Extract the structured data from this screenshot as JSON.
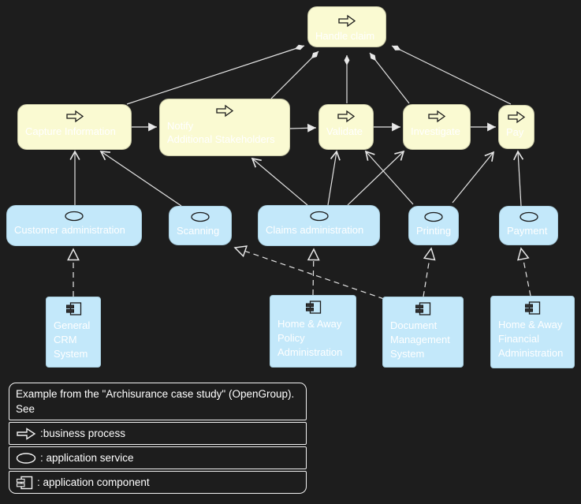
{
  "colors": {
    "background": "#1d1d1d",
    "business_process_fill": "#FAFAD2",
    "application_fill": "#C3E8FA",
    "node_text": "#ffffff",
    "edge_line": "#e4e4e4",
    "node_icon_stroke": "#1a1a1a",
    "legend_border": "#f2f2f2"
  },
  "nodes": {
    "handle_claim": {
      "label": "Handle claim",
      "type": "business process"
    },
    "capture_information": {
      "label": "Capture Information",
      "type": "business process"
    },
    "notify": {
      "label": "Notify\nAdditional Stakeholders",
      "type": "business process"
    },
    "validate": {
      "label": "Validate",
      "type": "business process"
    },
    "investigate": {
      "label": "Investigate",
      "type": "business process"
    },
    "pay": {
      "label": "Pay",
      "type": "business process"
    },
    "customer_administration": {
      "label": "Customer administration",
      "type": "application service"
    },
    "scanning": {
      "label": "Scanning",
      "type": "application service"
    },
    "claims_administration": {
      "label": "Claims administration",
      "type": "application service"
    },
    "printing": {
      "label": "Printing",
      "type": "application service"
    },
    "payment": {
      "label": "Payment",
      "type": "application service"
    },
    "general_crm": {
      "label": "General CRM System",
      "type": "application component"
    },
    "policy_admin": {
      "label": "Home & Away Policy Administration",
      "type": "application component"
    },
    "dms": {
      "label": "Document Management System",
      "type": "application component"
    },
    "financial_admin": {
      "label": "Home & Away Financial Administration",
      "type": "application component"
    }
  },
  "edges": [
    {
      "from": "handle_claim",
      "to": "capture_information",
      "relation": "composition"
    },
    {
      "from": "handle_claim",
      "to": "notify",
      "relation": "composition"
    },
    {
      "from": "handle_claim",
      "to": "validate",
      "relation": "composition"
    },
    {
      "from": "handle_claim",
      "to": "investigate",
      "relation": "composition"
    },
    {
      "from": "handle_claim",
      "to": "pay",
      "relation": "composition"
    },
    {
      "from": "capture_information",
      "to": "notify",
      "relation": "flow"
    },
    {
      "from": "notify",
      "to": "validate",
      "relation": "flow"
    },
    {
      "from": "validate",
      "to": "investigate",
      "relation": "flow"
    },
    {
      "from": "investigate",
      "to": "pay",
      "relation": "flow"
    },
    {
      "from": "customer_administration",
      "to": "capture_information",
      "relation": "used-by"
    },
    {
      "from": "scanning",
      "to": "capture_information",
      "relation": "used-by"
    },
    {
      "from": "claims_administration",
      "to": "notify",
      "relation": "used-by"
    },
    {
      "from": "claims_administration",
      "to": "validate",
      "relation": "used-by"
    },
    {
      "from": "claims_administration",
      "to": "investigate",
      "relation": "used-by"
    },
    {
      "from": "printing",
      "to": "validate",
      "relation": "used-by"
    },
    {
      "from": "printing",
      "to": "pay",
      "relation": "used-by"
    },
    {
      "from": "payment",
      "to": "pay",
      "relation": "used-by"
    },
    {
      "from": "general_crm",
      "to": "customer_administration",
      "relation": "realization"
    },
    {
      "from": "policy_admin",
      "to": "claims_administration",
      "relation": "realization"
    },
    {
      "from": "dms",
      "to": "scanning",
      "relation": "realization"
    },
    {
      "from": "dms",
      "to": "printing",
      "relation": "realization"
    },
    {
      "from": "financial_admin",
      "to": "payment",
      "relation": "realization"
    }
  ],
  "legend": {
    "note": "Example from the \"Archisurance case study\" (OpenGroup). See",
    "items": [
      {
        "icon": "business-process-icon",
        "label": ":business process"
      },
      {
        "icon": "application-service-icon",
        "label": ": application service"
      },
      {
        "icon": "application-component-icon",
        "label": ": application component"
      }
    ]
  }
}
